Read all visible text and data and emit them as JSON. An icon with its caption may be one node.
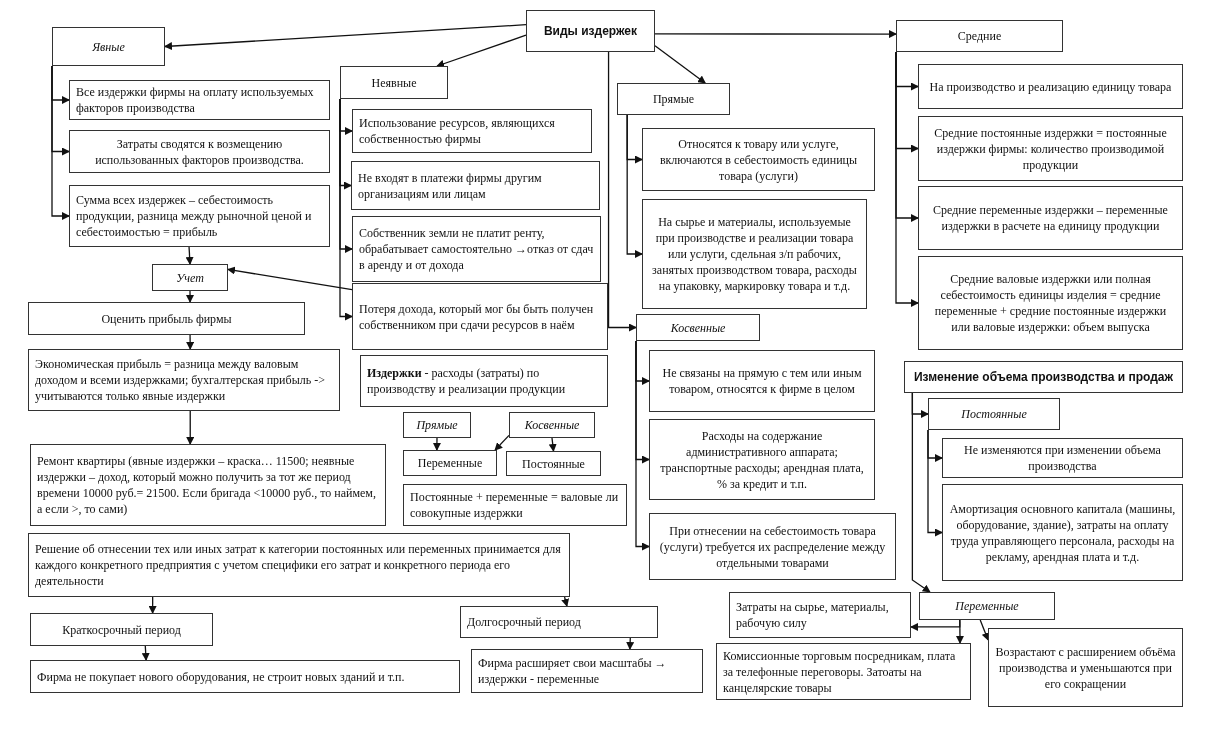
{
  "diagram": {
    "nodes": [
      {
        "text": [
          "Виды издержек"
        ]
      },
      {
        "text": [
          "Явные"
        ]
      },
      {
        "text": [
          "Все издержки фирмы на оплату используемых факторов производства"
        ]
      },
      {
        "text": [
          "Затраты сводятся к возмещению использованных факторов производства."
        ]
      },
      {
        "text": [
          "Сумма всех издержек – себестоимость продукции, разница между рыночной ценой и себестоимостью = прибыль"
        ]
      },
      {
        "text": [
          "Учет"
        ]
      },
      {
        "text": [
          "Оценить прибыль фирмы"
        ]
      },
      {
        "text": [
          "Экономическая прибыль = разница между валовым доходом и всеми издержками; бухгалтерская прибыль -> учитываются только явные издержки"
        ]
      },
      {
        "text": [
          "Ремонт квартиры (явные издержки – краска… 11500; неявные издержки – доход, который можно получить за тот же период времени 10000 руб.= 21500. Если бригада <10000 руб., то наймем, а если >, то сами)"
        ]
      },
      {
        "text": [
          "Решение об отнесении тех или иных затрат к категории постоянных или переменных принимается для каждого конкретного предприятия с учетом специфики его затрат и конкретного периода его деятельности"
        ]
      },
      {
        "text": [
          "Краткосрочный период"
        ]
      },
      {
        "text": [
          "Фирма не покупает нового оборудования, не строит новых зданий и т.п."
        ]
      },
      {
        "text": [
          "Неявные"
        ]
      },
      {
        "text": [
          "Использование ресурсов, являющихся собственностью фирмы"
        ]
      },
      {
        "text": [
          "Не входят в платежи фирмы другим организациям или лицам"
        ]
      },
      {
        "text": [
          "Собственник земли не платит ренту, обрабатывает самостоятельно →отказ от сдач в аренду и от дохода"
        ]
      },
      {
        "text": [
          "Потеря дохода, который мог бы быть получен собственником при сдачи ресурсов в наём"
        ]
      },
      {
        "text": [
          "**Издержки** - расходы (затраты) по производству и реализации продукции"
        ]
      },
      {
        "text": [
          "Прямые"
        ]
      },
      {
        "text": [
          "Косвенные"
        ]
      },
      {
        "text": [
          "Переменные"
        ]
      },
      {
        "text": [
          "Постоянные"
        ]
      },
      {
        "text": [
          "Постоянные + переменные = валовые  ли совокупные издержки"
        ]
      },
      {
        "text": [
          "Долгосрочный период"
        ]
      },
      {
        "text": [
          "Фирма расширяет свои масштабы → издержки - переменные"
        ]
      },
      {
        "text": [
          "Прямые"
        ]
      },
      {
        "text": [
          "Относятся к товару или услуге, включаются в себестоимость единицы товара (услуги)"
        ]
      },
      {
        "text": [
          "На сырье и материалы, используемые при производстве и реализации товара или услуги, сдельная з/п рабочих, занятых производством товара, расходы на упаковку, маркировку товара и т.д."
        ]
      },
      {
        "text": [
          "Косвенные"
        ]
      },
      {
        "text": [
          "Не связаны на прямую с тем или иным товаром, относятся к фирме в целом"
        ]
      },
      {
        "text": [
          "Расходы на содержание административного аппарата; транспортные расходы; арендная плата, % за кредит и т.п."
        ]
      },
      {
        "text": [
          "При отнесении на себестоимость товара (услуги) требуется их распределение между отдельными товарами"
        ]
      },
      {
        "text": [
          "Средние"
        ]
      },
      {
        "text": [
          "На производство и реализацию единицу товара"
        ]
      },
      {
        "text": [
          "Средние постоянные издержки = постоянные издержки фирмы: количество производимой продукции"
        ]
      },
      {
        "text": [
          "Средние переменные издержки – переменные издержки в расчете на единицу продукции"
        ]
      },
      {
        "text": [
          "Средние валовые издержки или полная себестоимость единицы изделия = средние переменные + средние постоянные издержки или валовые издержки: объем выпуска"
        ]
      },
      {
        "text": [
          "Изменение объема производства и продаж"
        ]
      },
      {
        "text": [
          "Постоянные"
        ]
      },
      {
        "text": [
          "Не изменяются при изменении объема производства"
        ]
      },
      {
        "text": [
          "Амортизация основного капитала (машины, оборудование, здание), затраты на оплату труда управляющего персонала, расходы на рекламу, арендная плата и т.д."
        ]
      },
      {
        "text": [
          "Переменные"
        ]
      },
      {
        "text": [
          "Затраты на сырье, материалы, рабочую силу"
        ]
      },
      {
        "text": [
          "Комиссионные торговым посредникам, плата за телефонные переговоры. Затоаты на канцелярские товары"
        ]
      },
      {
        "text": [
          "Возрастают с расширением объёма производства и уменьшаются при его сокращении"
        ]
      }
    ],
    "edges": [
      {
        "from": 0,
        "to": 1,
        "arrow": "to"
      },
      {
        "from": 0,
        "to": 12,
        "arrow": "to"
      },
      {
        "from": 0,
        "to": 25,
        "arrow": "to"
      },
      {
        "from": 0,
        "to": 32,
        "arrow": "to"
      },
      {
        "from": 0,
        "to": 28,
        "arrow": "to"
      },
      {
        "from": 1,
        "to": 2,
        "arrow": "to"
      },
      {
        "from": 1,
        "to": 3,
        "arrow": "to"
      },
      {
        "from": 1,
        "to": 4,
        "arrow": "to"
      },
      {
        "from": 4,
        "to": 5,
        "arrow": "to"
      },
      {
        "from": 16,
        "to": 5,
        "arrow": "to"
      },
      {
        "from": 5,
        "to": 6,
        "arrow": "to"
      },
      {
        "from": 6,
        "to": 7,
        "arrow": "to"
      },
      {
        "from": 7,
        "to": 8,
        "arrow": "to"
      },
      {
        "from": 9,
        "to": 10,
        "arrow": "to"
      },
      {
        "from": 10,
        "to": 11,
        "arrow": "to"
      },
      {
        "from": 9,
        "to": 23,
        "arrow": "to"
      },
      {
        "from": 23,
        "to": 24,
        "arrow": "to"
      },
      {
        "from": 12,
        "to": 13,
        "arrow": "to"
      },
      {
        "from": 12,
        "to": 14,
        "arrow": "to"
      },
      {
        "from": 12,
        "to": 15,
        "arrow": "to"
      },
      {
        "from": 12,
        "to": 16,
        "arrow": "to"
      },
      {
        "from": 25,
        "to": 26,
        "arrow": "to"
      },
      {
        "from": 25,
        "to": 27,
        "arrow": "to"
      },
      {
        "from": 28,
        "to": 29,
        "arrow": "to"
      },
      {
        "from": 28,
        "to": 30,
        "arrow": "to"
      },
      {
        "from": 28,
        "to": 31,
        "arrow": "to"
      },
      {
        "from": 32,
        "to": 33,
        "arrow": "to"
      },
      {
        "from": 32,
        "to": 34,
        "arrow": "to"
      },
      {
        "from": 32,
        "to": 35,
        "arrow": "to"
      },
      {
        "from": 32,
        "to": 36,
        "arrow": "to"
      },
      {
        "from": 18,
        "to": 20,
        "arrow": "to"
      },
      {
        "from": 19,
        "to": 20,
        "arrow": "to"
      },
      {
        "from": 19,
        "to": 21,
        "arrow": "to"
      },
      {
        "from": 37,
        "to": 38,
        "arrow": "to"
      },
      {
        "from": 37,
        "to": 41,
        "arrow": "to"
      },
      {
        "from": 38,
        "to": 39,
        "arrow": "to"
      },
      {
        "from": 38,
        "to": 40,
        "arrow": "to"
      },
      {
        "from": 41,
        "to": 42,
        "arrow": "to"
      },
      {
        "from": 41,
        "to": 43,
        "arrow": "to"
      },
      {
        "from": 41,
        "to": 44,
        "arrow": "to"
      }
    ]
  }
}
